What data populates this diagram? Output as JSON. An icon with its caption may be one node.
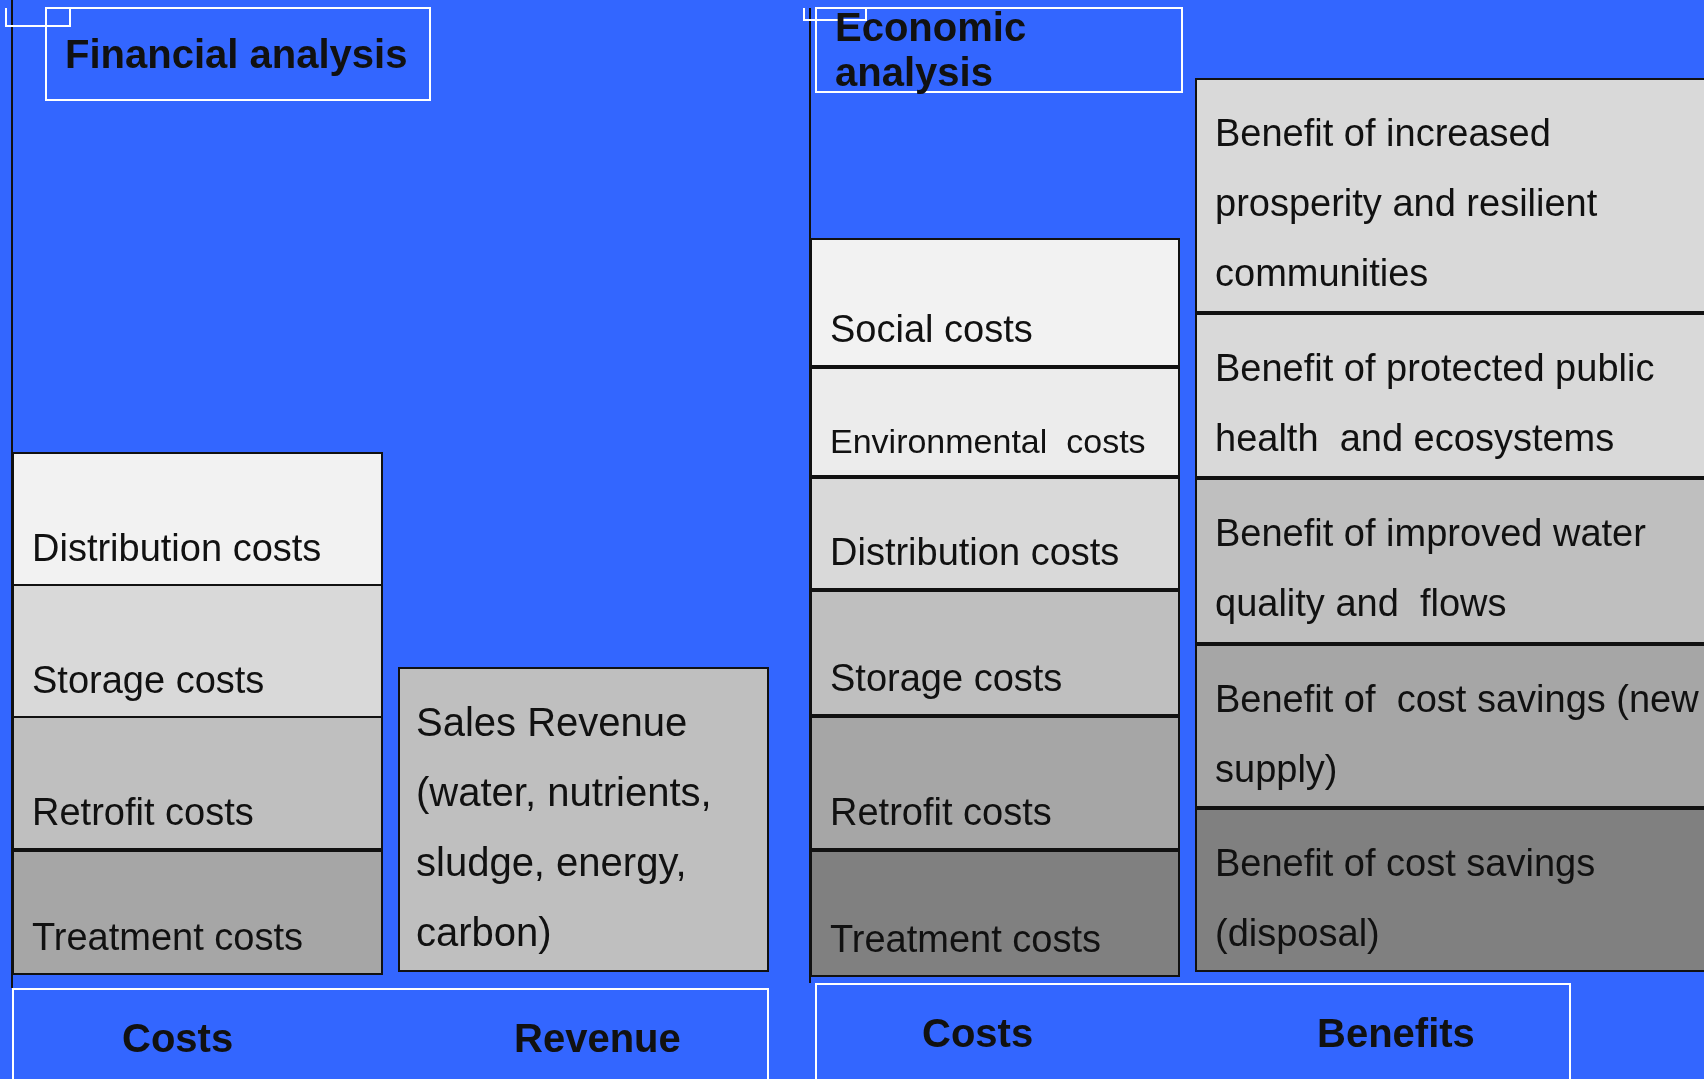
{
  "diagram": {
    "nodes": [
      {
        "text": [
          "Financial analysis"
        ]
      },
      {
        "text": [
          "Distribution costs"
        ]
      },
      {
        "text": [
          "Storage costs"
        ]
      },
      {
        "text": [
          "Retrofit costs"
        ]
      },
      {
        "text": [
          "Treatment costs"
        ]
      },
      {
        "text": [
          "Sales Revenue (water, nutrients, sludge, energy, carbon)"
        ]
      },
      {
        "text": [
          "Costs",
          "Revenue"
        ]
      },
      {
        "text": [
          "Economic analysis"
        ]
      },
      {
        "text": [
          "Benefit of increased prosperity and resilient communities"
        ]
      },
      {
        "text": [
          "Social costs"
        ]
      },
      {
        "text": [
          "Benefit of protected public health  and ecosystems"
        ]
      },
      {
        "text": [
          "Environmental  costs"
        ]
      },
      {
        "text": [
          "Distribution costs"
        ]
      },
      {
        "text": [
          "Benefit of improved water quality and  flows"
        ]
      },
      {
        "text": [
          "Storage costs"
        ]
      },
      {
        "text": [
          "Benefit of  cost savings (new supply)"
        ]
      },
      {
        "text": [
          "Retrofit costs"
        ]
      },
      {
        "text": [
          "Treatment costs"
        ]
      },
      {
        "text": [
          "Benefit of cost savings (disposal)"
        ]
      },
      {
        "text": [
          "Costs",
          "Benefits"
        ]
      }
    ]
  }
}
